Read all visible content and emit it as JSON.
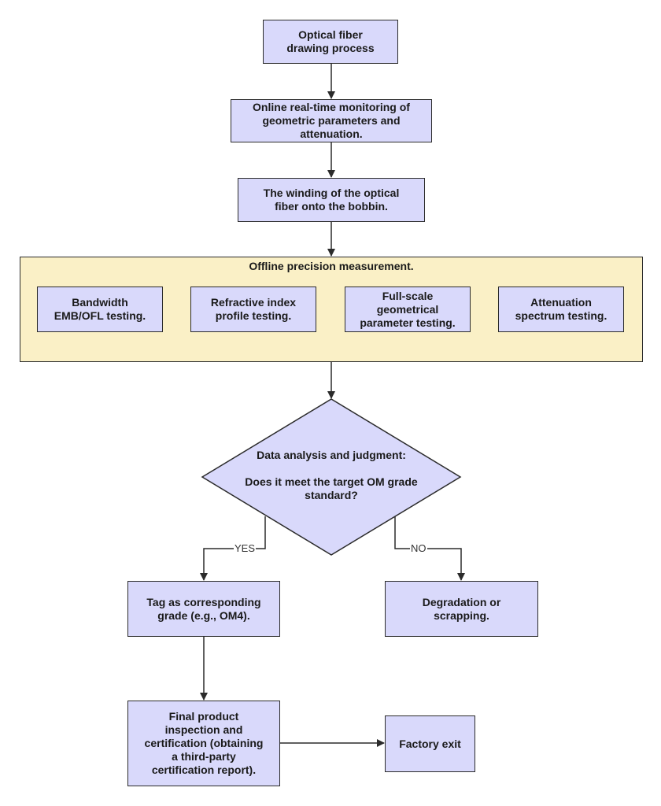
{
  "nodes": {
    "drawing": "Optical fiber\ndrawing process",
    "monitoring": "Online real-time monitoring of\ngeometric parameters and\nattenuation.",
    "winding": "The winding of the optical\nfiber onto the bobbin.",
    "offline_group": "Offline precision measurement.",
    "bandwidth": "Bandwidth\nEMB/OFL testing.",
    "refractive": "Refractive index\nprofile testing.",
    "geometrical": "Full-scale\ngeometrical\nparameter testing.",
    "attenuation": "Attenuation\nspectrum testing.",
    "decision": "Data analysis and judgment:\n\nDoes it meet the target OM grade\nstandard?",
    "tag": "Tag as corresponding\ngrade (e.g., OM4).",
    "degradation": "Degradation or\nscrapping.",
    "final": "Final product\ninspection and\ncertification (obtaining\na third-party\ncertification report).",
    "factory": "Factory exit"
  },
  "edge_labels": {
    "yes": "YES",
    "no": "NO"
  },
  "colors": {
    "node_fill": "#d9d9fb",
    "group_fill": "#faf0c6",
    "stroke": "#2b2b2b"
  }
}
